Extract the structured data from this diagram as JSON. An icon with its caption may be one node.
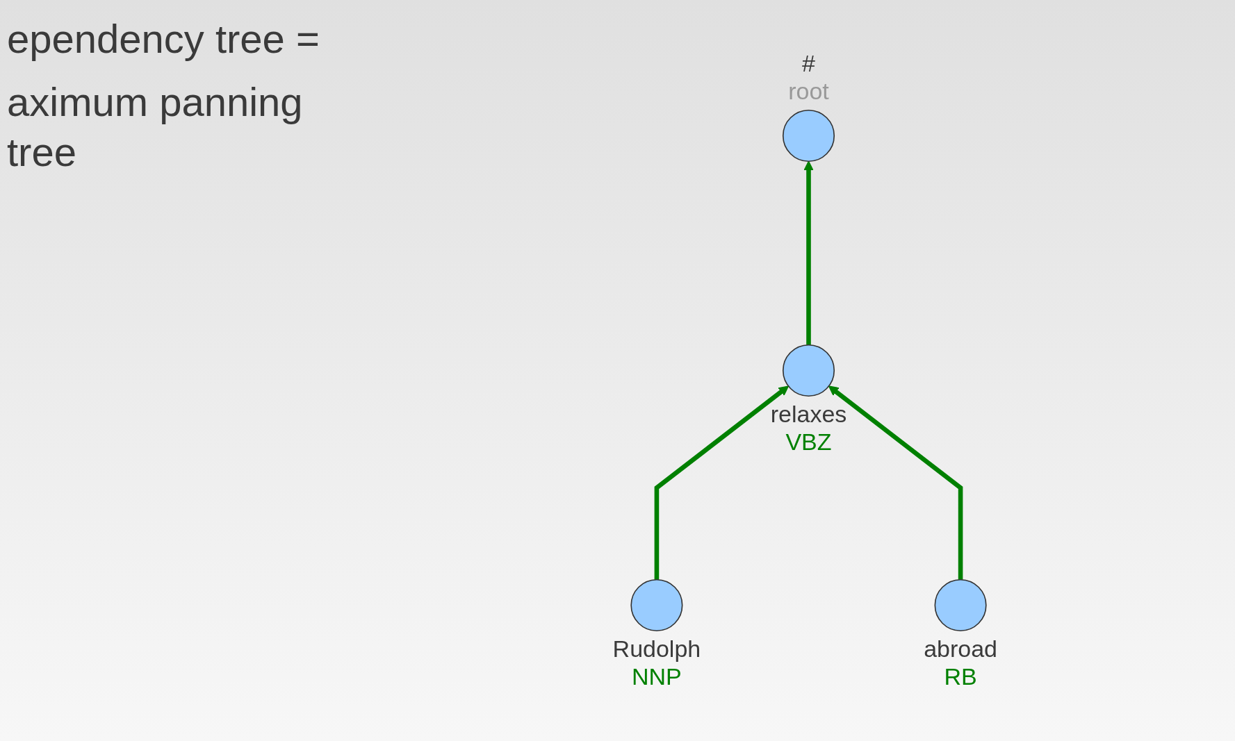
{
  "diagram": {
    "nodes": [
      {
        "text": [],
        "shape": "circle",
        "beside": [
          "#",
          "root"
        ]
      },
      {
        "text": [],
        "shape": "circle",
        "beside": [
          "relaxes",
          "VBZ"
        ]
      },
      {
        "text": [],
        "shape": "circle",
        "beside": [
          "Rudolph",
          "NNP"
        ]
      },
      {
        "text": [],
        "shape": "circle",
        "beside": [
          "abroad",
          "RB"
        ]
      }
    ],
    "edges": [
      {
        "from": 1,
        "to": 0,
        "arrow": "to"
      },
      {
        "from": 2,
        "to": 1,
        "arrow": "to"
      },
      {
        "from": 3,
        "to": 1,
        "arrow": "to"
      }
    ],
    "labels": [
      "ependency tree =",
      "aximum panning tree"
    ]
  }
}
